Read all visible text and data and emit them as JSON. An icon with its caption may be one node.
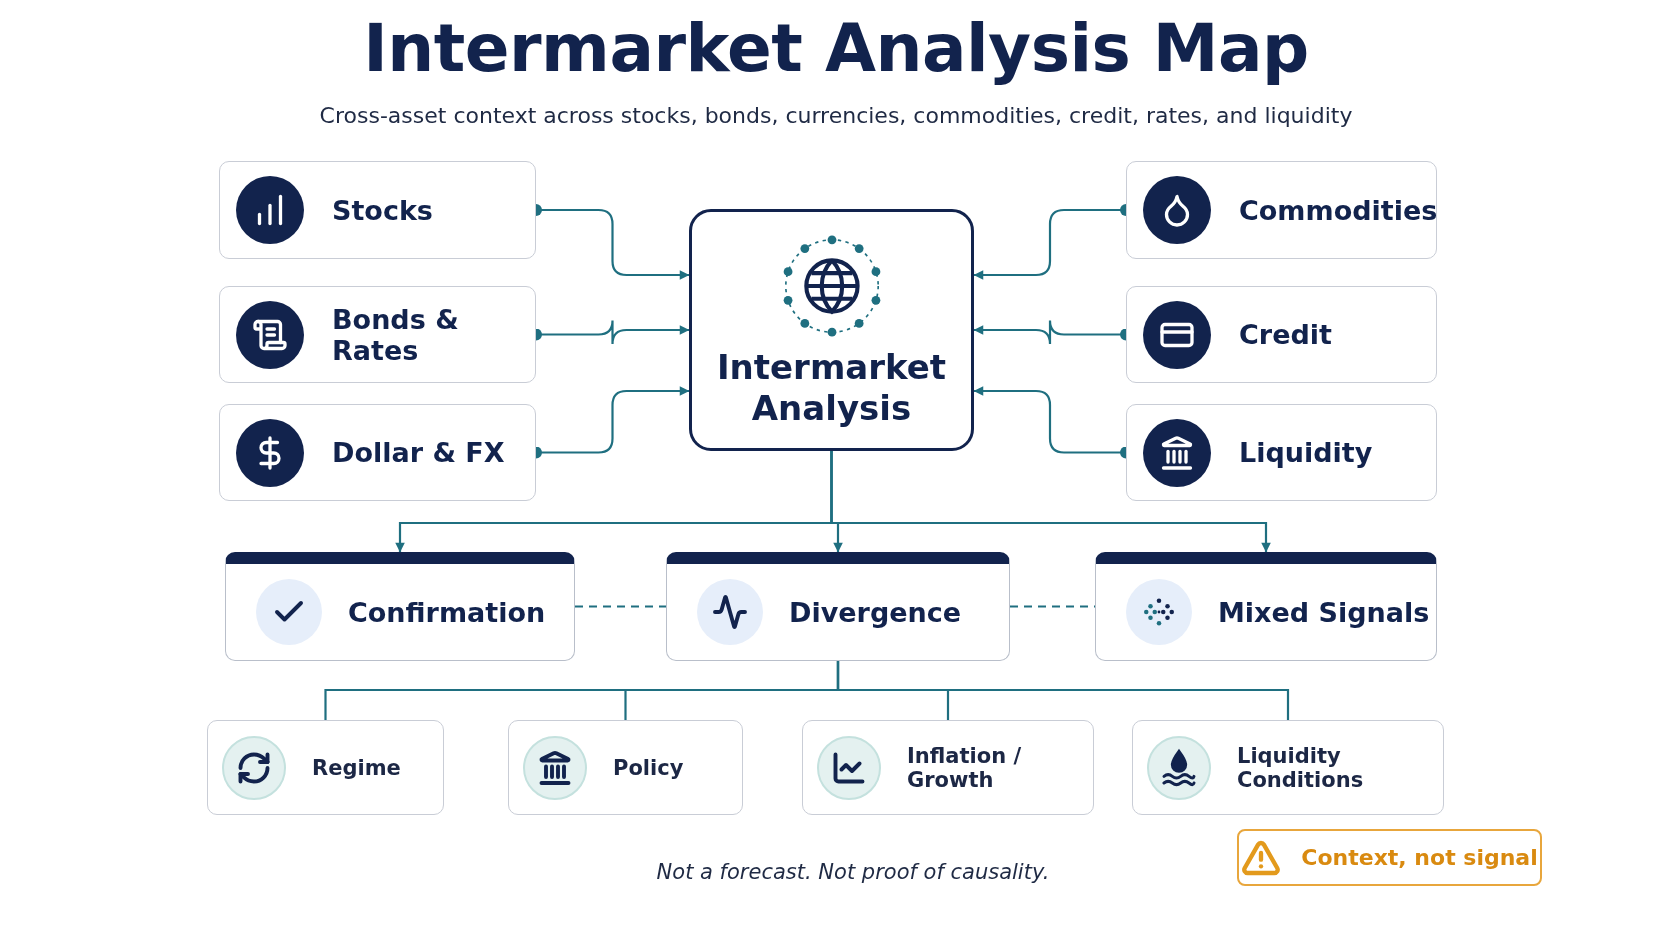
{
  "diagram": {
    "title": "Intermarket Analysis Map",
    "nodes": [
      {
        "text": [
          "Stocks"
        ]
      },
      {
        "text": [
          "Bonds & Rates"
        ]
      },
      {
        "text": [
          "Dollar & FX"
        ]
      },
      {
        "text": [
          "Intermarket Analysis"
        ]
      },
      {
        "text": [
          "Commodities"
        ]
      },
      {
        "text": [
          "Credit"
        ]
      },
      {
        "text": [
          "Liquidity"
        ]
      },
      {
        "text": [
          "Confirmation"
        ]
      },
      {
        "text": [
          "Divergence"
        ]
      },
      {
        "text": [
          "Mixed Signals"
        ]
      },
      {
        "text": [
          "Regime"
        ]
      },
      {
        "text": [
          "Policy"
        ]
      },
      {
        "text": [
          "Inflation / Growth"
        ]
      },
      {
        "text": [
          "Liquidity Conditions"
        ]
      },
      {
        "text": [
          "Context, not signal"
        ]
      }
    ],
    "edges": [
      {
        "from": 0,
        "to": 3,
        "arrow": "to"
      },
      {
        "from": 1,
        "to": 3,
        "arrow": "to"
      },
      {
        "from": 2,
        "to": 3,
        "arrow": "to"
      },
      {
        "from": 4,
        "to": 3,
        "arrow": "to"
      },
      {
        "from": 5,
        "to": 3,
        "arrow": "to"
      },
      {
        "from": 6,
        "to": 3,
        "arrow": "to"
      },
      {
        "from": 3,
        "to": 7,
        "arrow": "to"
      },
      {
        "from": 3,
        "to": 8,
        "arrow": "to"
      },
      {
        "from": 3,
        "to": 9,
        "arrow": "to"
      },
      {
        "from": 7,
        "to": 8,
        "arrow": "none",
        "style": "dashed"
      },
      {
        "from": 8,
        "to": 9,
        "arrow": "none",
        "style": "dashed"
      },
      {
        "from": 8,
        "to": 10,
        "arrow": "none"
      },
      {
        "from": 8,
        "to": 11,
        "arrow": "none"
      },
      {
        "from": 8,
        "to": 12,
        "arrow": "none"
      },
      {
        "from": 8,
        "to": 13,
        "arrow": "none"
      }
    ],
    "labels": [
      "Cross-asset context across stocks, bonds, currencies, commodities, credit, rates, and liquidity",
      "Not a forecast. Not proof of causality."
    ]
  }
}
